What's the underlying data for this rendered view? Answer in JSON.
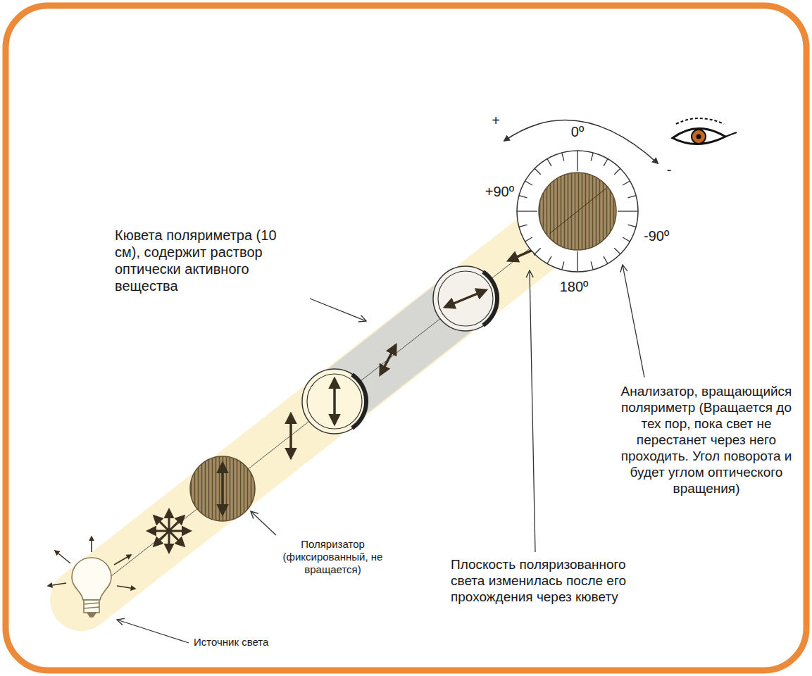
{
  "diagram": {
    "labels": [
      "Кювета поляриметра (10 см), содержит раствор оптически активного вещества",
      "+",
      "0º",
      "+90º",
      "-",
      "-90º",
      "180º",
      "Анализатор, вращающийся поляриметр (Вращается до тех пор, пока свет не перестанет через него проходить. Угол поворота и будет углом оптического вращения)",
      "Поляризатор (фиксированный, не вращается)",
      "Плоскость поляризованного света изменилась после его прохождения через кювету",
      "Источник света"
    ]
  }
}
